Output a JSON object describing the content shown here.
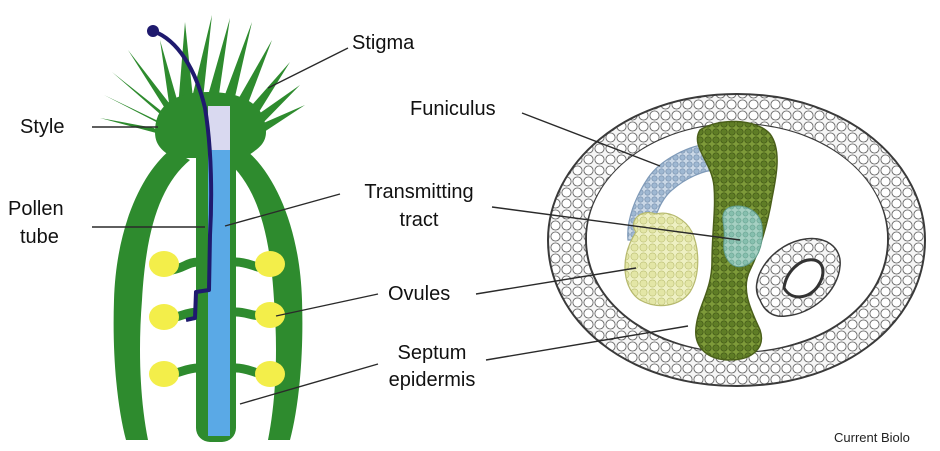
{
  "labels": {
    "stigma": "Stigma",
    "style": "Style",
    "pollen_tube_1": "Pollen",
    "pollen_tube_2": "tube",
    "funiculus": "Funiculus",
    "transmitting_tract_1": "Transmitting",
    "transmitting_tract_2": "tract",
    "ovules": "Ovules",
    "septum_epidermis_1": "Septum",
    "septum_epidermis_2": "epidermis"
  },
  "credit": "Current Biolo",
  "colors": {
    "pistil_green": "#2e8b2e",
    "transmitting_tract_blue": "#5aa9e6",
    "pollen_tube_navy": "#1f1a6e",
    "ovule_yellow": "#f3ee4a",
    "style_top_lavender": "#d9d9f0",
    "septum_olive": "#6f8a2d",
    "funiculus_blue_grey": "#a9bfd6",
    "ovule_section_cream": "#e9ecb0",
    "tract_section_teal": "#8fc3b4"
  }
}
